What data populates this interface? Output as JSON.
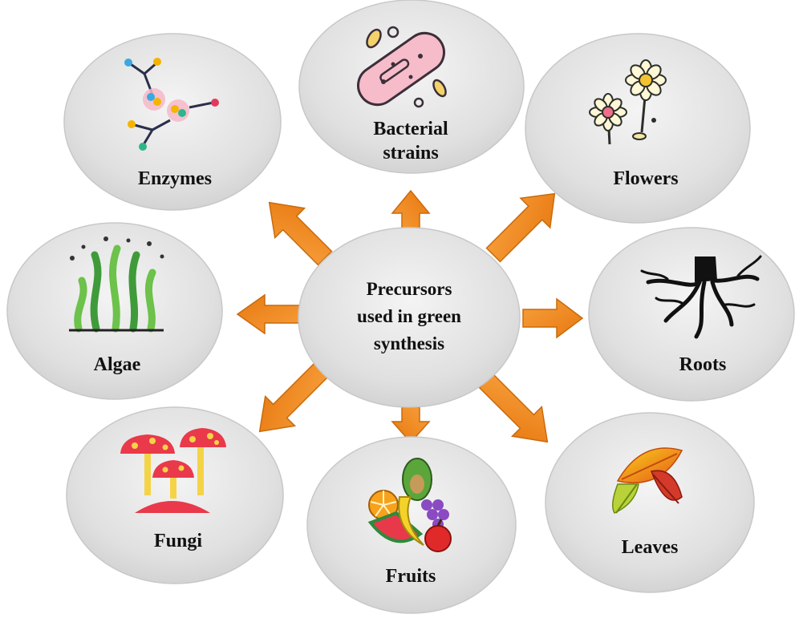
{
  "center": {
    "lines": [
      "Precursors",
      "used in green",
      "synthesis"
    ]
  },
  "nodes": [
    {
      "id": "enzymes",
      "lines": [
        "Enzymes"
      ],
      "icon": "enzyme-icon"
    },
    {
      "id": "bacterial-strains",
      "lines": [
        "Bacterial",
        "strains"
      ],
      "icon": "bacteria-icon"
    },
    {
      "id": "flowers",
      "lines": [
        "Flowers"
      ],
      "icon": "flower-icon"
    },
    {
      "id": "algae",
      "lines": [
        "Algae"
      ],
      "icon": "algae-icon"
    },
    {
      "id": "roots",
      "lines": [
        "Roots"
      ],
      "icon": "roots-icon"
    },
    {
      "id": "fungi",
      "lines": [
        "Fungi"
      ],
      "icon": "mushroom-icon"
    },
    {
      "id": "fruits",
      "lines": [
        "Fruits"
      ],
      "icon": "fruits-icon"
    },
    {
      "id": "leaves",
      "lines": [
        "Leaves"
      ],
      "icon": "leaves-icon"
    }
  ],
  "colors": {
    "arrow_fill": "#f28b1e",
    "arrow_stroke": "#b8620a",
    "circle_fill": "#dcdcdc",
    "circle_stroke": "#bfbfbf"
  }
}
